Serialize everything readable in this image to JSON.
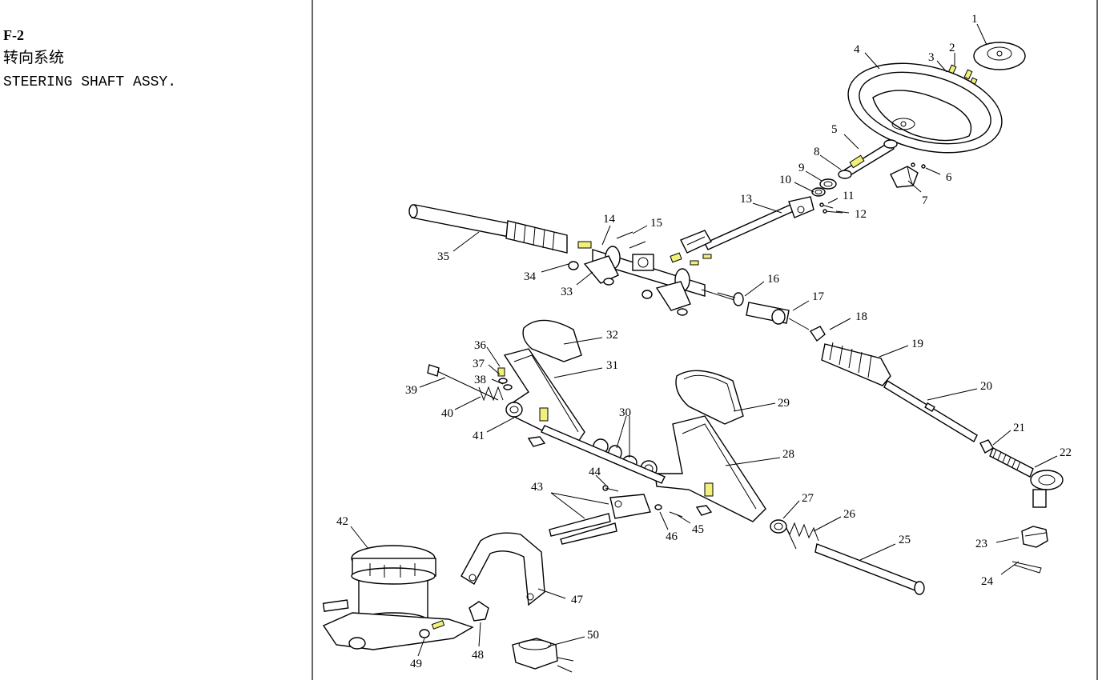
{
  "header": {
    "code": "F-2",
    "title_cn": "转向系统",
    "title_en": "STEERING SHAFT ASSY."
  },
  "callouts": [
    "1",
    "2",
    "3",
    "4",
    "5",
    "6",
    "7",
    "8",
    "9",
    "10",
    "11",
    "12",
    "13",
    "14",
    "15",
    "16",
    "17",
    "18",
    "19",
    "20",
    "21",
    "22",
    "23",
    "24",
    "25",
    "26",
    "27",
    "28",
    "29",
    "30",
    "31",
    "32",
    "33",
    "34",
    "35",
    "36",
    "37",
    "38",
    "39",
    "40",
    "41",
    "42",
    "43",
    "44",
    "45",
    "46",
    "47",
    "48",
    "49",
    "50"
  ]
}
